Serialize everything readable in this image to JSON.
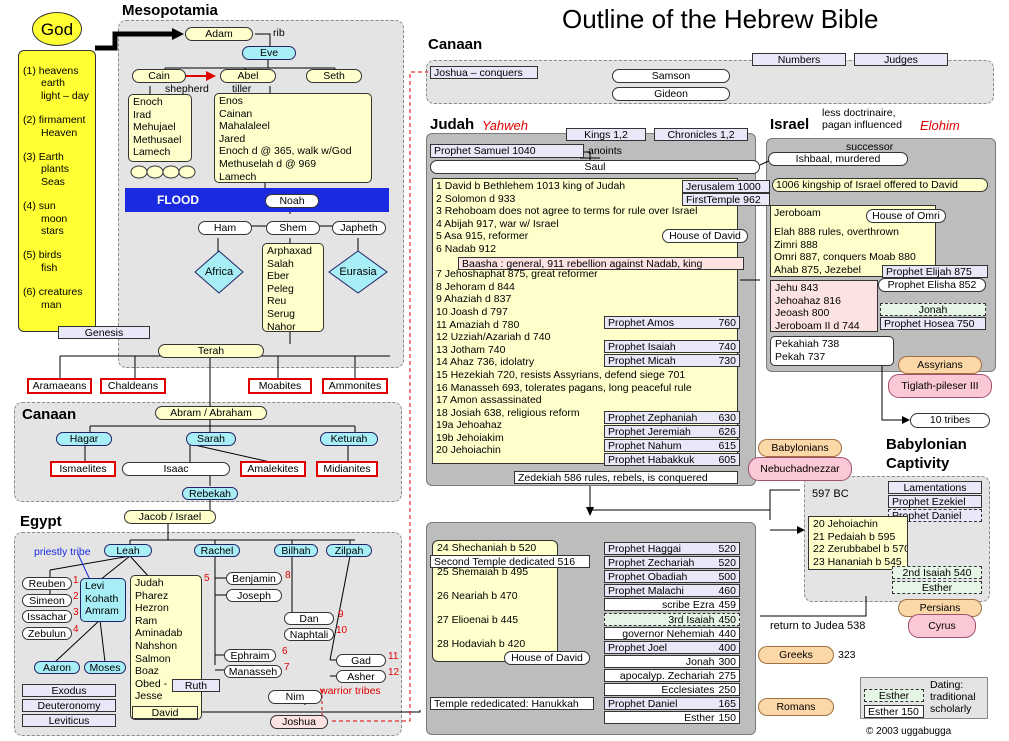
{
  "title": "Outline of the Hebrew Bible",
  "copyright": "© 2003 uggabugga",
  "god": {
    "label": "God",
    "days": [
      [
        "(1) heavens",
        "earth",
        "light – day"
      ],
      [
        "(2) firmament",
        "Heaven"
      ],
      [
        "(3) Earth",
        "plants",
        "Seas"
      ],
      [
        "(4) sun",
        "moon",
        "stars"
      ],
      [
        "(5) birds",
        "fish"
      ],
      [
        "(6) creatures",
        "man"
      ]
    ]
  },
  "mesopotamia": {
    "heading": "Mesopotamia",
    "adam": "Adam",
    "rib": "rib",
    "eve": "Eve",
    "cain": "Cain",
    "abel": "Abel",
    "seth": "Seth",
    "shepherd": "shepherd",
    "tiller": "tiller",
    "cain_line": [
      "Enoch",
      "Irad",
      "Mehujael",
      "Methusael",
      "Lamech"
    ],
    "seth_line": [
      "Enos",
      "Cainan",
      "Mahalaleel",
      "Jared",
      "Enoch d @ 365, walk w/God",
      "Methuselah d @ 969",
      "Lamech"
    ],
    "flood": "FLOOD",
    "noah": "Noah",
    "ham": "Ham",
    "shem": "Shem",
    "japheth": "Japheth",
    "africa": "Africa",
    "eurasia": "Eurasia",
    "shem_line": [
      "Arphaxad",
      "Salah",
      "Eber",
      "Peleg",
      "Reu",
      "Serug",
      "Nahor"
    ],
    "genesis": "Genesis",
    "terah": "Terah",
    "peoples": [
      "Aramaeans",
      "Chaldeans",
      "Moabites",
      "Ammonites"
    ]
  },
  "canaan_patriarchs": {
    "heading": "Canaan",
    "abram": "Abram / Abraham",
    "hagar": "Hagar",
    "sarah": "Sarah",
    "keturah": "Keturah",
    "ishmaelites": "Ismaelites",
    "isaac": "Isaac",
    "amalekites": "Amalekites",
    "midianites": "Midianites",
    "rebekah": "Rebekah"
  },
  "egypt": {
    "heading": "Egypt",
    "jacob": "Jacob / Israel",
    "priestly_tribe": "priestly tribe",
    "leah": "Leah",
    "rachel": "Rachel",
    "bilhah": "Bilhah",
    "zilpah": "Zilpah",
    "leah_sons": [
      {
        "name": "Reuben",
        "n": "1"
      },
      {
        "name": "Simeon",
        "n": "2"
      },
      {
        "name": "Issachar",
        "n": "3"
      },
      {
        "name": "Zebulun",
        "n": "4"
      }
    ],
    "levi": [
      "Levi",
      "Kohath",
      "Amram"
    ],
    "aaron": "Aaron",
    "moses": "Moses",
    "judah_line": [
      "Judah",
      "Pharez",
      "Hezron",
      "Ram",
      "Aminadab",
      "Nahshon",
      "Salmon",
      "Boaz",
      "Obed -",
      "Jesse"
    ],
    "judah_num": "5",
    "ruth": "Ruth",
    "david": "David",
    "benjamin": "Benjamin",
    "benjamin_num": "8",
    "joseph": "Joseph",
    "ephraim": "Ephraim",
    "ephraim_num": "6",
    "manasseh": "Manasseh",
    "manasseh_num": "7",
    "dan": "Dan",
    "dan_num": "9",
    "naphtali": "Naphtali",
    "naphtali_num": "10",
    "gad": "Gad",
    "gad_num": "11",
    "asher": "Asher",
    "asher_num": "12",
    "warrior_tribes": "warrior tribes",
    "nim": "Nim",
    "joshua": "Joshua",
    "books": [
      "Exodus",
      "Deuteronomy",
      "Leviticus"
    ]
  },
  "canaan_conquest": {
    "heading": "Canaan",
    "joshua": "Joshua – conquers",
    "numbers": "Numbers",
    "judges": "Judges",
    "samson": "Samson",
    "gideon": "Gideon"
  },
  "judah": {
    "heading": "Judah",
    "yahweh": "Yahweh",
    "kings": "Kings 1,2",
    "chronicles": "Chronicles 1,2",
    "samuel": "Prophet Samuel 1040",
    "anoints": "anoints",
    "saul": "Saul",
    "reigns": [
      "1 David   b Bethlehem     1013 king of Judah",
      "2 Solomon d 933",
      "3 Rehoboam does not agree to terms for rule over Israel",
      "4 Abijah 917, war w/ Israel",
      "5 Asa 915, reformer",
      "6 Nadab 912",
      "",
      "7 Jehoshaphat 875, great reformer",
      "8 Jehoram d 844",
      "9 Ahaziah d 837",
      "10 Joash d 797",
      "11 Amaziah d 780",
      "12 Uzziah/Azariah d 740",
      "13 Jotham 740",
      "14 Ahaz 736, idolatry",
      "15 Hezekiah 720, resists Assyrians, defend siege 701",
      "16 Manasseh 693, tolerates pagans, long peaceful rule",
      "17 Amon assassinated",
      "18 Josiah 638, religious reform",
      "19a Jehoahaz",
      "19b Jehoiakim",
      "20 Jehoiachin"
    ],
    "jerusalem": "Jerusalem 1000",
    "first_temple": "FirstTemple 962",
    "house_of_david": "House of David",
    "baasha": "Baasha : general, 911 rebellion against Nadab, king",
    "prophets": [
      {
        "name": "Prophet Amos",
        "year": "760"
      },
      {
        "name": "Prophet Isaiah",
        "year": "740"
      },
      {
        "name": "Prophet Micah",
        "year": "730"
      },
      {
        "name": "Prophet Zephaniah",
        "year": "630"
      },
      {
        "name": "Prophet Jeremiah",
        "year": "626"
      },
      {
        "name": "Prophet Nahum",
        "year": "615"
      },
      {
        "name": "Prophet Habakkuk",
        "year": "605"
      }
    ],
    "zedekiah": "Zedekiah 586  rules, rebels, is conquered"
  },
  "israel": {
    "heading": "Israel",
    "note": [
      "less doctrinaire,",
      "pagan influenced"
    ],
    "elohim": "Elohim",
    "successor": "successor",
    "ishbaal": "Ishbaal, murdered",
    "kingship": "1006 kingship of Israel offered to David",
    "jeroboam": "Jeroboam",
    "house_of_omri": "House of Omri",
    "omri_line": [
      "Elah 888 rules, overthrown",
      "Zimri 888",
      "Omri 887, conquers Moab 880",
      "Ahab 875,  Jezebel"
    ],
    "elijah": "Prophet Elijah 875",
    "jehu_line": [
      "Jehu 843",
      "Jehoahaz 816",
      "Jeoash 800",
      "Jeroboam II  d 744"
    ],
    "elisha": "Prophet Elisha 852",
    "jonah": "Jonah",
    "hosea": "Prophet Hosea 750",
    "pekah_line": [
      "Pekahiah 738",
      "Pekah 737"
    ],
    "assyrians": "Assyrians",
    "tiglath": "Tiglath-pileser III",
    "ten_tribes": "10 tribes"
  },
  "babylon": {
    "babylonians": "Babylonians",
    "nebuchadnezzar": "Nebuchadnezzar",
    "heading": [
      "Babylonian",
      "Captivity"
    ],
    "bc": "597 BC",
    "lamentations": "Lamentations",
    "ezekiel": "Prophet Ezekiel",
    "daniel": "Prophet Daniel",
    "captives": [
      "20 Jehoiachin",
      "21 Pedaiah b 595",
      "22 Zerubbabel b 570",
      "23 Hananiah b 545"
    ],
    "second_isaiah": "2nd Isaiah 540",
    "esther": "Esther",
    "persians": "Persians",
    "cyrus": "Cyrus",
    "return": "return to Judea 538"
  },
  "second_temple": {
    "line": [
      "24 Shechaniah b 520",
      "",
      "25 Shemaiah b 495",
      "",
      "26 Neariah b 470",
      "",
      "27 Elioenai b 445",
      "",
      "28 Hodaviah b 420"
    ],
    "temple": "Second Temple dedicated 516",
    "house_of_david": "House of David",
    "hanukkah": "Temple rededicated: Hanukkah",
    "writings": [
      {
        "name": "Prophet Haggai",
        "year": "520",
        "style": "lav"
      },
      {
        "name": "Prophet Zechariah",
        "year": "520",
        "style": "lav"
      },
      {
        "name": "Prophet Obadiah",
        "year": "500",
        "style": "lav"
      },
      {
        "name": "Prophet Malachi",
        "year": "460",
        "style": "lav"
      },
      {
        "name": "scribe Ezra",
        "year": "459",
        "style": "right"
      },
      {
        "name": "3rd Isaiah",
        "year": "450",
        "style": "dash"
      },
      {
        "name": "governor Nehemiah",
        "year": "440",
        "style": "right"
      },
      {
        "name": "Prophet Joel",
        "year": "400",
        "style": "lav"
      },
      {
        "name": "Jonah",
        "year": "300",
        "style": "right"
      },
      {
        "name": "apocalyp. Zechariah",
        "year": "275",
        "style": "right"
      },
      {
        "name": "Ecclesiates",
        "year": "250",
        "style": "right"
      },
      {
        "name": "Prophet Daniel",
        "year": "165",
        "style": "lav"
      },
      {
        "name": "Esther",
        "year": "150",
        "style": "right"
      }
    ],
    "greeks": "Greeks",
    "greeks_year": "323",
    "romans": "Romans"
  },
  "legend": {
    "esther": "Esther",
    "esther150": "Esther 150",
    "dating": [
      "Dating:",
      "traditional",
      "scholarly"
    ]
  },
  "colors": {
    "yellow": "#ffffcc",
    "god_yellow": "#ffff33",
    "flood_blue": "#1a2ae0",
    "cyan": "#a8eef6",
    "red": "#e00000",
    "panel": "#e4e4e4",
    "dark_panel": "#bdbdbd"
  }
}
